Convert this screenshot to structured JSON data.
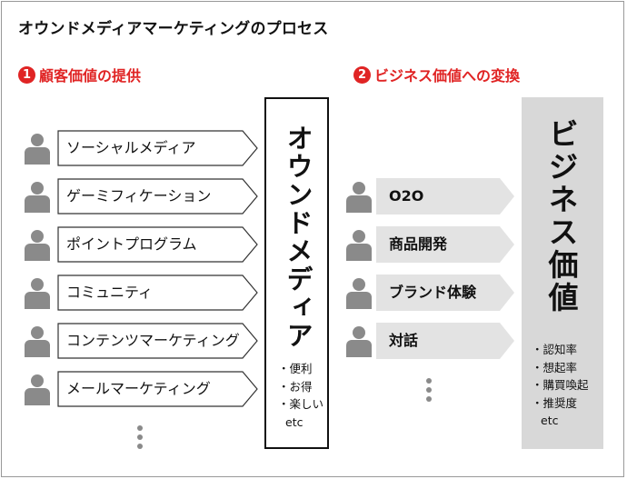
{
  "title": "オウンドメディアマーケティングのプロセス",
  "step1": {
    "num": "1",
    "label": "顧客価値の提供"
  },
  "step2": {
    "num": "2",
    "label": "ビジネス価値への変換"
  },
  "channels": [
    "ソーシャルメディア",
    "ゲーミフィケーション",
    "ポイントプログラム",
    "コミュニティ",
    "コンテンツマーケティング",
    "メールマーケティング"
  ],
  "media": {
    "title": "オウンドメディア",
    "notes": [
      "・便利",
      "・お得",
      "・楽しい",
      "etc"
    ]
  },
  "conversions": [
    "O2O",
    "商品開発",
    "ブランド体験",
    "対話"
  ],
  "business": {
    "title": "ビジネス価値",
    "notes": [
      "・認知率",
      "・想起率",
      "・購買喚起",
      "・推奨度",
      "etc"
    ]
  },
  "colors": {
    "accent": "#e02424",
    "icon": "#8a8a8a",
    "gray_arrow": "#e3e3e3",
    "biz_box": "#d8d8d8"
  }
}
